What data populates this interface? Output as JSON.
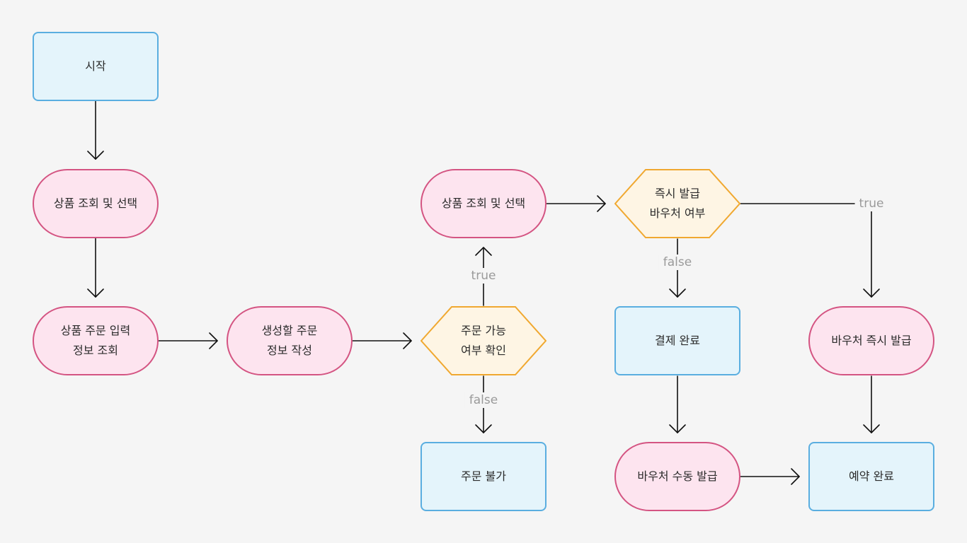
{
  "nodes": {
    "start": "시작",
    "search1": "상품 조회 및 선택",
    "order_info": "상품 주문 입력\n정보 조회",
    "create_order": "생성할 주문\n정보 작성",
    "check_order": "주문 가능\n여부 확인",
    "order_fail": "주문 불가",
    "search2": "상품 조회 및 선택",
    "instant_check": "즉시 발급\n바우처 여부",
    "payment_done": "결제 완료",
    "manual_voucher": "바우처 수동 발급",
    "instant_voucher": "바우처 즉시 발급",
    "reservation_done": "예약 완료"
  },
  "labels": {
    "check_true": "true",
    "check_false": "false",
    "instant_true": "true",
    "instant_false": "false"
  },
  "colors": {
    "rect_fill": "#e4f4fb",
    "rect_border": "#5aaee0",
    "pill_fill": "#fde4ef",
    "pill_border": "#d45482",
    "decision_fill": "#fef5e4",
    "decision_border": "#f0a830",
    "edge": "#111111",
    "label": "#9a9a9a",
    "background": "#f5f5f5"
  }
}
